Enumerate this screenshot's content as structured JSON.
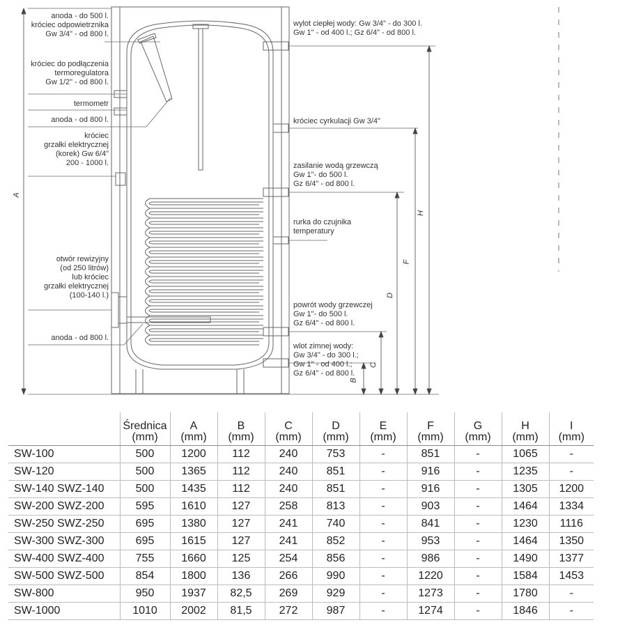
{
  "diagram": {
    "left_labels": [
      {
        "id": "anoda-krociec-odpowietrznika",
        "lines": [
          "anoda - do 500 l.",
          "króciec odpowietrznika",
          "Gw 3/4\" - od 800 l."
        ]
      },
      {
        "id": "krociec-termoregulatora",
        "lines": [
          "króciec do podłączenia",
          "termoregulatora",
          "Gw 1/2\" - od 800 l."
        ]
      },
      {
        "id": "termometr",
        "lines": [
          "termometr"
        ]
      },
      {
        "id": "anoda-od-800",
        "lines": [
          "anoda - od 800 l."
        ]
      },
      {
        "id": "krociec-grzalki",
        "lines": [
          "króciec",
          "grzałki elektrycznej",
          "(korek) Gw 6/4\"",
          "200 - 1000 l."
        ]
      },
      {
        "id": "otwor-rewizyjny",
        "lines": [
          "otwór rewizyjny",
          "(od 250 litrów)",
          "lub króciec",
          "grzałki elektrycznej",
          "(100-140 l.)"
        ]
      },
      {
        "id": "anoda-dolna",
        "lines": [
          "anoda - od 800 l."
        ]
      }
    ],
    "right_labels": [
      {
        "id": "wylot-cieplej-wody",
        "lines": [
          "wylot ciepłej wody: Gw 3/4\" - do 300 l.",
          "Gw 1\" - od 400 l.; Gz 6/4\" - od 800 l."
        ]
      },
      {
        "id": "krociec-cyrkulacji",
        "lines": [
          "króciec cyrkulacji Gw 3/4\""
        ]
      },
      {
        "id": "zasilanie-woda-grzewcza",
        "lines": [
          "zasilanie wodą grzewczą",
          "Gw 1\"- do 500 l.",
          "Gz 6/4\" - od 800 l."
        ]
      },
      {
        "id": "rurka-czujnika",
        "lines": [
          "rurka do czujnika",
          "temperatury"
        ]
      },
      {
        "id": "powrot-wody-grzewczej",
        "lines": [
          "powrót wody grzewczej",
          "Gw 1\"- do 500 l.",
          "Gz 6/4\" - od 800 l."
        ]
      },
      {
        "id": "wlot-zimnej-wody",
        "lines": [
          "wlot zimnej wody:",
          "Gw 3/4\" - do 300 l.;",
          "Gw 1\" - od 400 l.;",
          "Gz 6/4\" - od 800 l."
        ]
      }
    ],
    "dimension_letters": {
      "A": "A",
      "B": "B",
      "C": "C",
      "D": "D",
      "F": "F",
      "H": "H"
    }
  },
  "table": {
    "headers": [
      {
        "key": "model",
        "top": "",
        "unit": ""
      },
      {
        "key": "srednica",
        "top": "Średnica",
        "unit": "(mm)"
      },
      {
        "key": "A",
        "top": "A",
        "unit": "(mm)"
      },
      {
        "key": "B",
        "top": "B",
        "unit": "(mm)"
      },
      {
        "key": "C",
        "top": "C",
        "unit": "(mm)"
      },
      {
        "key": "D",
        "top": "D",
        "unit": "(mm)"
      },
      {
        "key": "E",
        "top": "E",
        "unit": "(mm)"
      },
      {
        "key": "F",
        "top": "F",
        "unit": "(mm)"
      },
      {
        "key": "G",
        "top": "G",
        "unit": "(mm)"
      },
      {
        "key": "H",
        "top": "H",
        "unit": "(mm)"
      },
      {
        "key": "I",
        "top": "I",
        "unit": "(mm)"
      }
    ],
    "rows": [
      [
        "SW-100",
        "500",
        "1200",
        "112",
        "240",
        "753",
        "-",
        "851",
        "-",
        "1065",
        "-"
      ],
      [
        "SW-120",
        "500",
        "1365",
        "112",
        "240",
        "851",
        "-",
        "916",
        "-",
        "1235",
        "-"
      ],
      [
        "SW-140 SWZ-140",
        "500",
        "1435",
        "112",
        "240",
        "851",
        "-",
        "916",
        "-",
        "1305",
        "1200"
      ],
      [
        "SW-200 SWZ-200",
        "595",
        "1610",
        "127",
        "258",
        "813",
        "-",
        "903",
        "-",
        "1464",
        "1334"
      ],
      [
        "SW-250 SWZ-250",
        "695",
        "1380",
        "127",
        "241",
        "740",
        "-",
        "841",
        "-",
        "1230",
        "1116"
      ],
      [
        "SW-300 SWZ-300",
        "695",
        "1615",
        "127",
        "241",
        "852",
        "-",
        "953",
        "-",
        "1464",
        "1350"
      ],
      [
        "SW-400 SWZ-400",
        "755",
        "1660",
        "125",
        "254",
        "856",
        "-",
        "986",
        "-",
        "1490",
        "1377"
      ],
      [
        "SW-500 SWZ-500",
        "854",
        "1800",
        "136",
        "266",
        "990",
        "-",
        "1220",
        "-",
        "1584",
        "1453"
      ],
      [
        "SW-800",
        "950",
        "1937",
        "82,5",
        "269",
        "929",
        "-",
        "1273",
        "-",
        "1780",
        "-"
      ],
      [
        "SW-1000",
        "1010",
        "2002",
        "81,5",
        "272",
        "987",
        "-",
        "1274",
        "-",
        "1846",
        "-"
      ]
    ]
  }
}
